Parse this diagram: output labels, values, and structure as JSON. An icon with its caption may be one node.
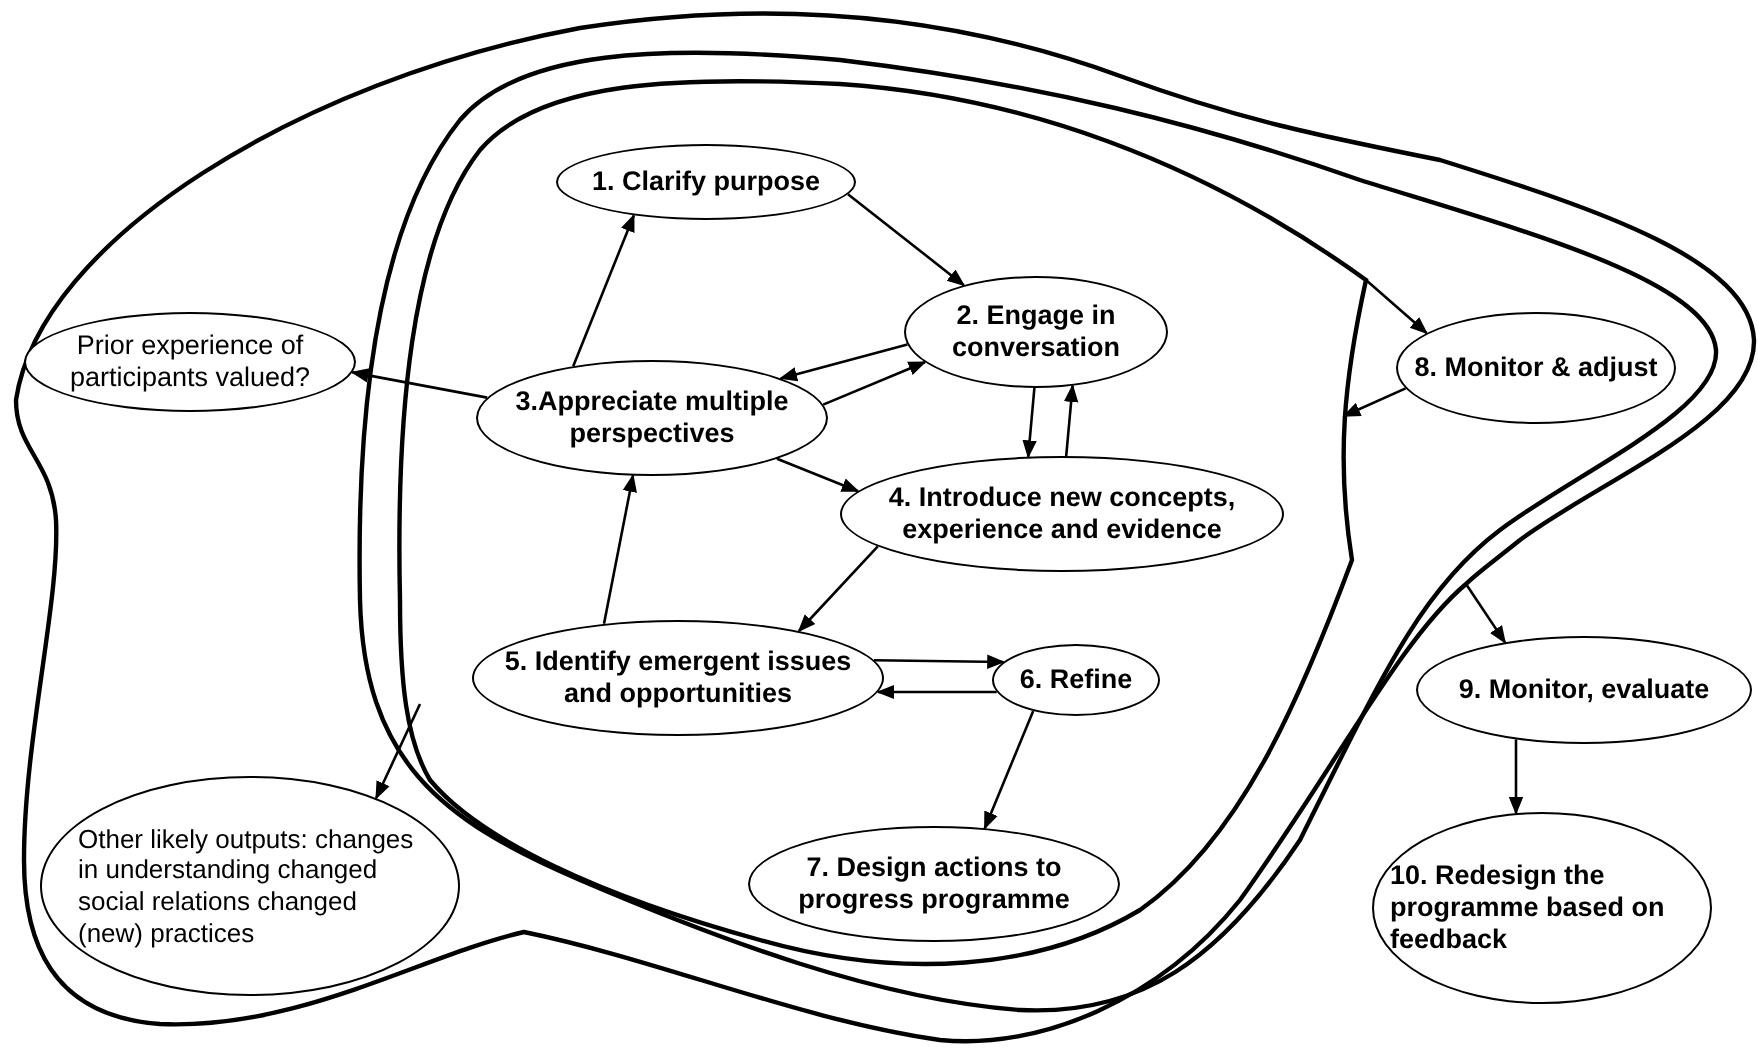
{
  "diagram": {
    "nodes": [
      {
        "text": [],
        "shape": "cloud"
      },
      {
        "text": [],
        "shape": "cloud",
        "in": 0
      },
      {
        "text": [],
        "shape": "cloud",
        "in": 1
      },
      {
        "text": [
          "Prior experience of participants valued?"
        ],
        "in": 0
      },
      {
        "text": [
          "Other likely outputs: changes in understanding changed social relations changed (new) practices"
        ],
        "in": 0
      },
      {
        "text": [
          "1. Clarify purpose"
        ],
        "in": 2
      },
      {
        "text": [
          "2. Engage in conversation"
        ],
        "in": 2
      },
      {
        "text": [
          "3.Appreciate multiple perspectives"
        ],
        "in": 2
      },
      {
        "text": [
          "4. Introduce new concepts, experience and evidence"
        ],
        "in": 2
      },
      {
        "text": [
          "5. Identify emergent issues and opportunities"
        ],
        "in": 2
      },
      {
        "text": [
          "6. Refine"
        ],
        "in": 2
      },
      {
        "text": [
          "7. Design actions to progress programme"
        ],
        "in": 2
      },
      {
        "text": [
          "8. Monitor & adjust"
        ],
        "in": 1
      },
      {
        "text": [
          "9. Monitor, evaluate"
        ]
      },
      {
        "text": [
          "10. Redesign the programme based on feedback"
        ]
      }
    ],
    "edges": [
      {
        "from": 5,
        "to": 6,
        "arrow": "to"
      },
      {
        "from": 6,
        "to": 7,
        "arrow": "to"
      },
      {
        "from": 7,
        "to": 6,
        "arrow": "to"
      },
      {
        "from": 7,
        "to": 5,
        "arrow": "to"
      },
      {
        "from": 7,
        "to": 3,
        "arrow": "to"
      },
      {
        "from": 7,
        "to": 8,
        "arrow": "to"
      },
      {
        "from": 6,
        "to": 8,
        "arrow": "to"
      },
      {
        "from": 8,
        "to": 6,
        "arrow": "to"
      },
      {
        "from": 8,
        "to": 9,
        "arrow": "to"
      },
      {
        "from": 9,
        "to": 7,
        "arrow": "to"
      },
      {
        "from": 9,
        "to": 10,
        "arrow": "to"
      },
      {
        "from": 10,
        "to": 9,
        "arrow": "to"
      },
      {
        "from": 10,
        "to": 11,
        "arrow": "to"
      },
      {
        "from": 2,
        "to": 12,
        "arrow": "to"
      },
      {
        "from": 12,
        "to": 2,
        "arrow": "to"
      },
      {
        "from": 0,
        "to": 13,
        "arrow": "to"
      },
      {
        "from": 13,
        "to": 14,
        "arrow": "to"
      },
      {
        "from": 2,
        "to": 4,
        "arrow": "to"
      }
    ]
  }
}
